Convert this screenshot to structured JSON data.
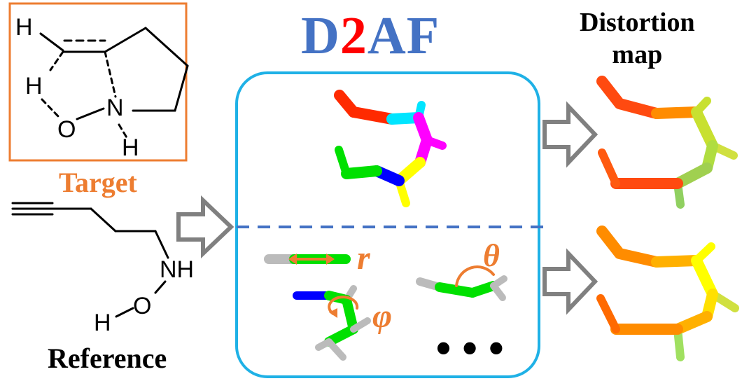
{
  "title": {
    "part1": "D",
    "part2": "2",
    "part3": "AF"
  },
  "labels": {
    "target": "Target",
    "reference": "Reference",
    "distortion_line1": "Distortion",
    "distortion_line2": "map"
  },
  "symbols": {
    "bond_length": "r",
    "angle": "θ",
    "dihedral": "φ",
    "more": "• • •"
  },
  "target_molecule_atoms": {
    "h_top": "H",
    "h_mid": "H",
    "n": "N",
    "o": "O",
    "h_bottom": "H"
  },
  "reference_molecule_atoms": {
    "nh": "NH",
    "o": "O",
    "h": "H"
  },
  "colors": {
    "title_blue": "#4472c4",
    "title_red": "#ff0000",
    "target_orange": "#ed7d31",
    "panel_border": "#1fb1e6",
    "divider_blue": "#4472c4",
    "arrow_gray": "#808080"
  }
}
